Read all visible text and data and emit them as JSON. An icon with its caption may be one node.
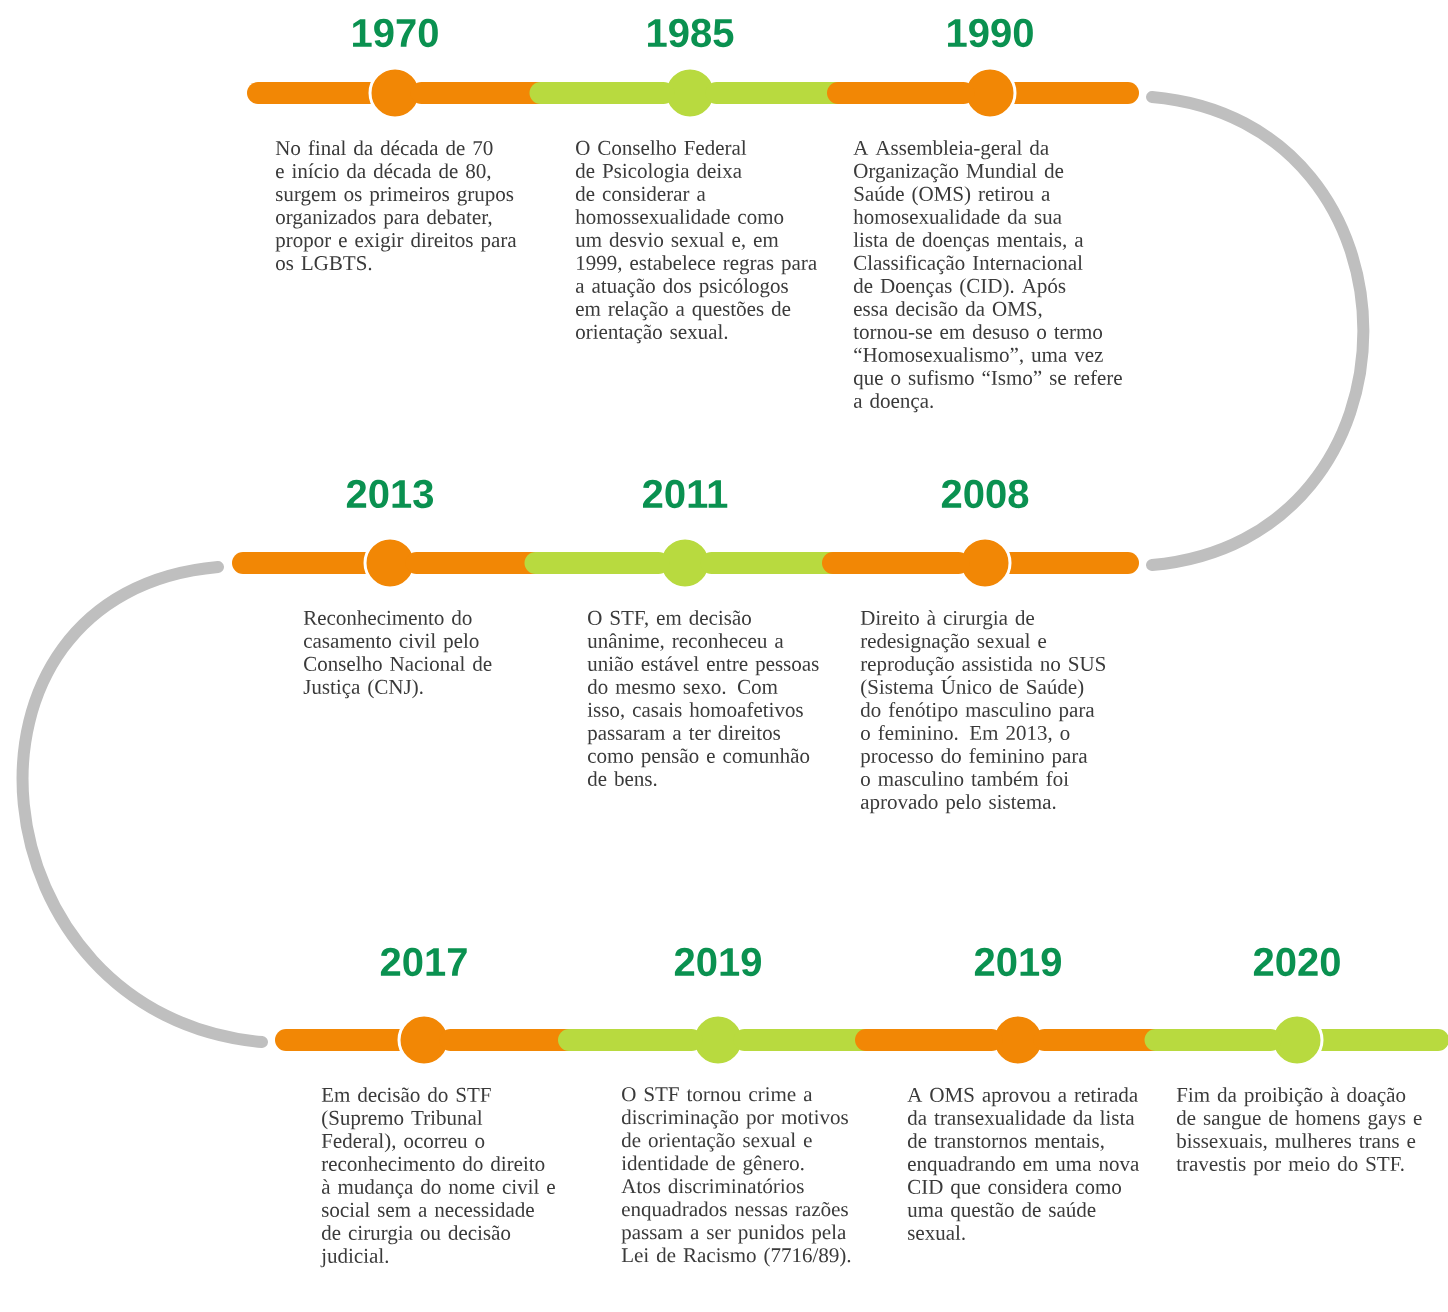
{
  "diagram": {
    "nodes": [
      {
        "text": [],
        "shape": "circle",
        "beside": [
          "1970",
          "No final da década de 70 e início da década de 80, surgem os primeiros grupos organizados para debater, propor e exigir direitos para os LGBTS."
        ]
      },
      {
        "text": [],
        "shape": "circle",
        "beside": [
          "1985",
          "O Conselho Federal de Psicologia deixa de considerar a homossexualidade como um desvio sexual e, em 1999, estabelece regras para a atuação dos psicólogos em relação a questões de orientação sexual."
        ]
      },
      {
        "text": [],
        "shape": "circle",
        "beside": [
          "1990",
          "A Assembleia-geral da Organização Mundial de Saúde (OMS) retirou a homosexualidade da sua lista de doenças mentais, a Classificação Internacional de Doenças (CID). Após essa decisão da OMS, tornou-se em desuso o termo “Homosexualismo”, uma vez que o sufismo “Ismo” se refere a doença."
        ]
      },
      {
        "text": [],
        "shape": "circle",
        "beside": [
          "2013",
          "Reconhecimento do casamento civil pelo Conselho Nacional de Justiça (CNJ)."
        ]
      },
      {
        "text": [],
        "shape": "circle",
        "beside": [
          "2011",
          "O STF, em decisão unânime, reconheceu a união estável entre pessoas do mesmo sexo. Com isso, casais homoafetivos passaram a ter direitos como pensão e comunhão de bens."
        ]
      },
      {
        "text": [],
        "shape": "circle",
        "beside": [
          "2008",
          "Direito à cirurgia de redesignação sexual e reprodução assistida no SUS (Sistema Único de Saúde) do fenótipo masculino para o feminino. Em 2013, o processo do feminino para o masculino também foi aprovado pelo sistema."
        ]
      },
      {
        "text": [],
        "shape": "circle",
        "beside": [
          "2017",
          "Em decisão do STF (Supremo Tribunal Federal), ocorreu o reconhecimento do direito à mudança do nome civil e social sem a necessidade de cirurgia ou decisão judicial."
        ]
      },
      {
        "text": [],
        "shape": "circle",
        "beside": [
          "2019",
          "O STF tornou crime a discriminação por motivos de orientação sexual e identidade de gênero. Atos discriminatórios enquadrados nessas razões passam a ser punidos pela Lei de Racismo (7716/89)."
        ]
      },
      {
        "text": [],
        "shape": "circle",
        "beside": [
          "2019",
          "A OMS aprovou a retirada da transexualidade da lista de transtornos mentais, enquadrando em uma nova CID que considera como uma questão de saúde sexual."
        ]
      },
      {
        "text": [],
        "shape": "circle",
        "beside": [
          "2020",
          "Fim da proibição à doação de sangue de homens gays e bissexuais, mulheres trans e travestis por meio do STF."
        ]
      }
    ],
    "edges": [
      {
        "from": 0,
        "to": 1,
        "arrow": "none"
      },
      {
        "from": 1,
        "to": 2,
        "arrow": "none"
      },
      {
        "from": 2,
        "to": 5,
        "arrow": "none",
        "color": "#bfbfbf"
      },
      {
        "from": 5,
        "to": 4,
        "arrow": "none"
      },
      {
        "from": 4,
        "to": 3,
        "arrow": "none"
      },
      {
        "from": 3,
        "to": 6,
        "arrow": "none",
        "color": "#bfbfbf"
      },
      {
        "from": 6,
        "to": 7,
        "arrow": "none"
      },
      {
        "from": 7,
        "to": 8,
        "arrow": "none"
      },
      {
        "from": 8,
        "to": 9,
        "arrow": "none"
      }
    ]
  }
}
